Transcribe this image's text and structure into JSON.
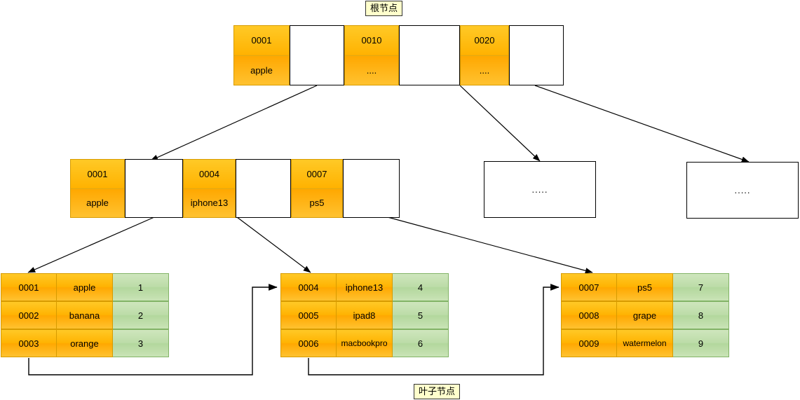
{
  "diagram": {
    "title_label": "根节点",
    "leaf_label": "叶子节点",
    "ellipsis": "....."
  },
  "colors": {
    "key_cell": "#ffb302",
    "key_border": "#d79b00",
    "value_cell": "#b3d79d",
    "value_border": "#82b366",
    "pointer_cell": "#ffffff",
    "line": "#000000",
    "caption_bg": "#ffffcc"
  },
  "root_node": {
    "name": "root-node",
    "slots": [
      {
        "key": "0001",
        "value": "apple",
        "pointer": ""
      },
      {
        "key": "0010",
        "value": "....",
        "pointer": ""
      },
      {
        "key": "0020",
        "value": "....",
        "pointer": ""
      }
    ]
  },
  "internal_nodes": [
    {
      "name": "internal-node-1",
      "slots": [
        {
          "key": "0001",
          "value": "apple",
          "pointer": ""
        },
        {
          "key": "0004",
          "value": "iphone13",
          "pointer": ""
        },
        {
          "key": "0007",
          "value": "ps5",
          "pointer": ""
        }
      ]
    }
  ],
  "internal_placeholders": [
    {
      "name": "internal-node-2",
      "text": "....."
    },
    {
      "name": "internal-node-3",
      "text": "....."
    }
  ],
  "leaf_nodes": [
    {
      "name": "leaf-node-1",
      "rows": [
        {
          "id": "0001",
          "label": "apple",
          "value": "1"
        },
        {
          "id": "0002",
          "label": "banana",
          "value": "2"
        },
        {
          "id": "0003",
          "label": "orange",
          "value": "3"
        }
      ]
    },
    {
      "name": "leaf-node-2",
      "rows": [
        {
          "id": "0004",
          "label": "iphone13",
          "value": "4"
        },
        {
          "id": "0005",
          "label": "ipad8",
          "value": "5"
        },
        {
          "id": "0006",
          "label": "macbookpro",
          "value": "6"
        }
      ]
    },
    {
      "name": "leaf-node-3",
      "rows": [
        {
          "id": "0007",
          "label": "ps5",
          "value": "7"
        },
        {
          "id": "0008",
          "label": "grape",
          "value": "8"
        },
        {
          "id": "0009",
          "label": "watermelon",
          "value": "9"
        }
      ]
    }
  ]
}
